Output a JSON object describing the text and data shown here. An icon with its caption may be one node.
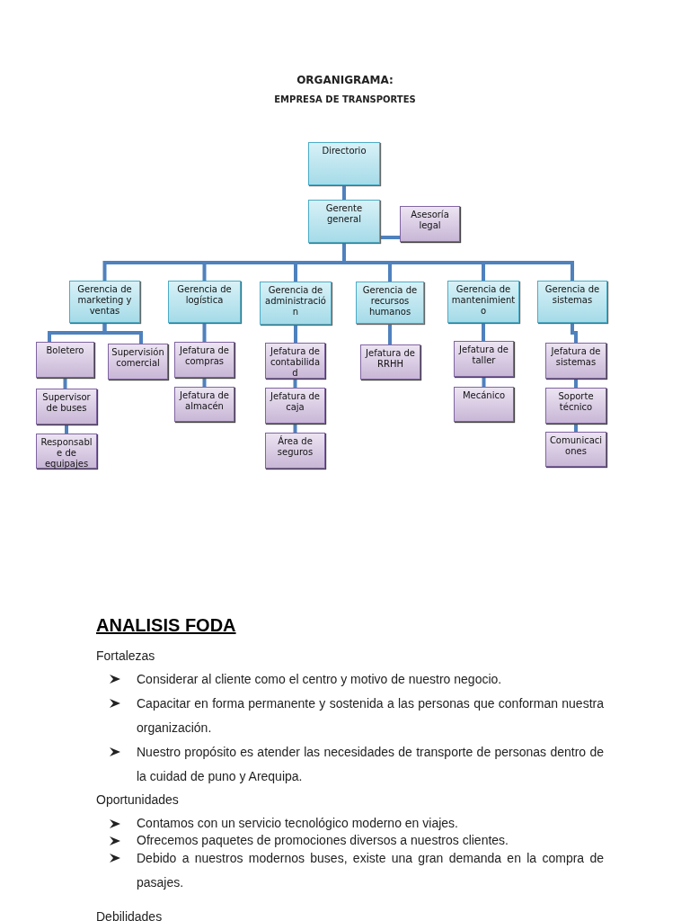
{
  "diagram": {
    "title": "ORGANIGRAMA:",
    "nodes": [
      {
        "text": [
          "Directorio"
        ]
      },
      {
        "text": [
          "Gerente general"
        ]
      },
      {
        "text": [
          "Asesoría legal"
        ]
      },
      {
        "text": [
          "Gerencia de marketing y ventas"
        ]
      },
      {
        "text": [
          "Gerencia de logística"
        ]
      },
      {
        "text": [
          "Gerencia de administración"
        ]
      },
      {
        "text": [
          "Gerencia de recursos humanos"
        ]
      },
      {
        "text": [
          "Gerencia de mantenimiento"
        ]
      },
      {
        "text": [
          "Gerencia de sistemas"
        ]
      },
      {
        "text": [
          "Boletero"
        ]
      },
      {
        "text": [
          "Supervisión comercial"
        ]
      },
      {
        "text": [
          "Supervisor de buses"
        ]
      },
      {
        "text": [
          "Responsable de equipajes"
        ]
      },
      {
        "text": [
          "Jefatura de compras"
        ]
      },
      {
        "text": [
          "Jefatura de almacén"
        ]
      },
      {
        "text": [
          "Jefatura de contabilidad"
        ]
      },
      {
        "text": [
          "Jefatura de caja"
        ]
      },
      {
        "text": [
          "Área de seguros"
        ]
      },
      {
        "text": [
          "Jefatura de RRHH"
        ]
      },
      {
        "text": [
          "Jefatura de taller"
        ]
      },
      {
        "text": [
          "Mecánico"
        ]
      },
      {
        "text": [
          "Jefatura de sistemas"
        ]
      },
      {
        "text": [
          "Soporte técnico"
        ]
      },
      {
        "text": [
          "Comunicaciones"
        ]
      }
    ],
    "edges": [
      {
        "from": 0,
        "to": 1,
        "arrow": "none"
      },
      {
        "from": 1,
        "to": 2,
        "arrow": "none"
      },
      {
        "from": 1,
        "to": 3,
        "arrow": "none"
      },
      {
        "from": 1,
        "to": 4,
        "arrow": "none"
      },
      {
        "from": 1,
        "to": 5,
        "arrow": "none"
      },
      {
        "from": 1,
        "to": 6,
        "arrow": "none"
      },
      {
        "from": 1,
        "to": 7,
        "arrow": "none"
      },
      {
        "from": 1,
        "to": 8,
        "arrow": "none"
      },
      {
        "from": 3,
        "to": 9,
        "arrow": "none"
      },
      {
        "from": 3,
        "to": 10,
        "arrow": "none"
      },
      {
        "from": 9,
        "to": 11,
        "arrow": "none"
      },
      {
        "from": 11,
        "to": 12,
        "arrow": "none"
      },
      {
        "from": 4,
        "to": 13,
        "arrow": "none"
      },
      {
        "from": 13,
        "to": 14,
        "arrow": "none"
      },
      {
        "from": 5,
        "to": 15,
        "arrow": "none"
      },
      {
        "from": 15,
        "to": 16,
        "arrow": "none"
      },
      {
        "from": 16,
        "to": 17,
        "arrow": "none"
      },
      {
        "from": 6,
        "to": 18,
        "arrow": "none"
      },
      {
        "from": 7,
        "to": 19,
        "arrow": "none"
      },
      {
        "from": 19,
        "to": 20,
        "arrow": "none"
      },
      {
        "from": 8,
        "to": 21,
        "arrow": "none"
      },
      {
        "from": 21,
        "to": 22,
        "arrow": "none"
      },
      {
        "from": 22,
        "to": 23,
        "arrow": "none"
      }
    ],
    "labels": [
      "EMPRESA DE TRANSPORTES",
      "ANALISIS FODA",
      "Fortalezas",
      "Considerar al cliente como el centro y motivo de nuestro negocio.",
      "Capacitar en forma permanente y sostenida a las personas que conforman nuestra organización.",
      "Nuestro propósito es atender las necesidades de transporte de personas dentro de la cuidad de puno y Arequipa.",
      "Oportunidades",
      "Contamos con un servicio tecnológico moderno en viajes.",
      "Ofrecemos paquetes de promociones diversos a nuestros clientes.",
      "Debido a nuestros modernos buses, existe una gran demanda en la compra de pasajes.",
      "Debilidades"
    ]
  }
}
